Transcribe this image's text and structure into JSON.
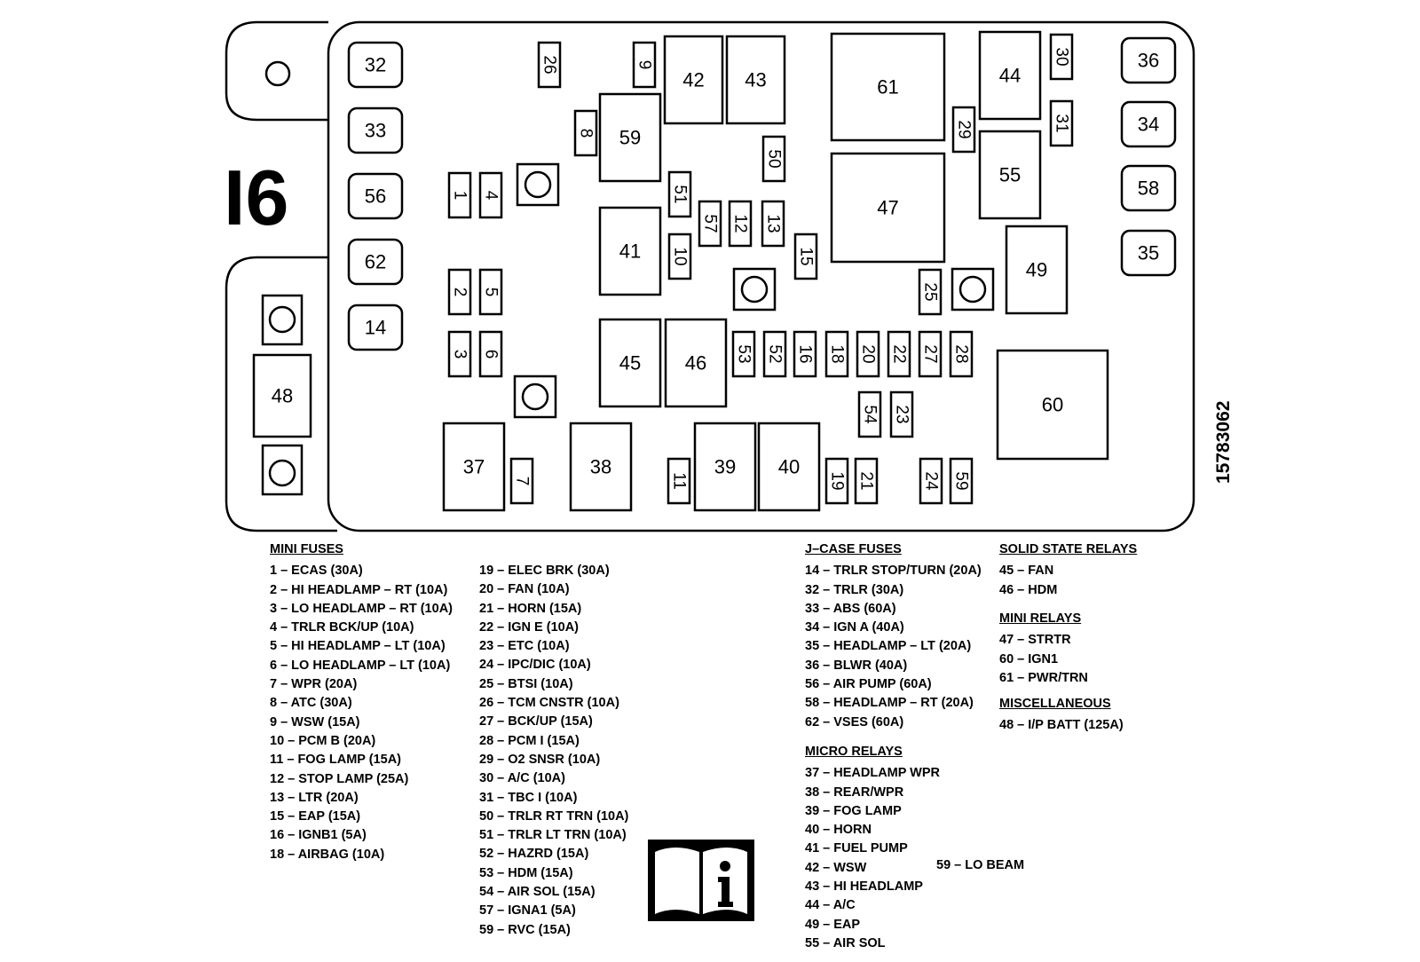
{
  "diagram": {
    "code_label": "I6",
    "part_number": "15783062",
    "fuses": [
      {
        "id": "32"
      },
      {
        "id": "33"
      },
      {
        "id": "56"
      },
      {
        "id": "62"
      },
      {
        "id": "14"
      },
      {
        "id": "36"
      },
      {
        "id": "34"
      },
      {
        "id": "58"
      },
      {
        "id": "35"
      },
      {
        "id": "48"
      },
      {
        "id": "26"
      },
      {
        "id": "9"
      },
      {
        "id": "42"
      },
      {
        "id": "43"
      },
      {
        "id": "61"
      },
      {
        "id": "44"
      },
      {
        "id": "30"
      },
      {
        "id": "8"
      },
      {
        "id": "59"
      },
      {
        "id": "29"
      },
      {
        "id": "31"
      },
      {
        "id": "55"
      },
      {
        "id": "50"
      },
      {
        "id": "1"
      },
      {
        "id": "4"
      },
      {
        "id": "51"
      },
      {
        "id": "57"
      },
      {
        "id": "12"
      },
      {
        "id": "13"
      },
      {
        "id": "47"
      },
      {
        "id": "41"
      },
      {
        "id": "10"
      },
      {
        "id": "15"
      },
      {
        "id": "49"
      },
      {
        "id": "25"
      },
      {
        "id": "2"
      },
      {
        "id": "5"
      },
      {
        "id": "3"
      },
      {
        "id": "6"
      },
      {
        "id": "45"
      },
      {
        "id": "46"
      },
      {
        "id": "53"
      },
      {
        "id": "52"
      },
      {
        "id": "16"
      },
      {
        "id": "18"
      },
      {
        "id": "20"
      },
      {
        "id": "22"
      },
      {
        "id": "27"
      },
      {
        "id": "28"
      },
      {
        "id": "60"
      },
      {
        "id": "54"
      },
      {
        "id": "23"
      },
      {
        "id": "37"
      },
      {
        "id": "7"
      },
      {
        "id": "38"
      },
      {
        "id": "11"
      },
      {
        "id": "39"
      },
      {
        "id": "40"
      },
      {
        "id": "19"
      },
      {
        "id": "21"
      },
      {
        "id": "24"
      },
      {
        "id": "59"
      }
    ]
  },
  "legend": {
    "mini_fuses_1": {
      "heading": "MINI FUSES",
      "items": [
        "1 – ECAS (30A)",
        "2 – HI HEADLAMP – RT (10A)",
        "3 – LO HEADLAMP – RT (10A)",
        "4 – TRLR BCK/UP (10A)",
        "5 – HI HEADLAMP – LT (10A)",
        "6 – LO HEADLAMP – LT (10A)",
        "7 – WPR (20A)",
        "8 – ATC (30A)",
        "9 – WSW (15A)",
        "10 – PCM B (20A)",
        "11 – FOG LAMP (15A)",
        "12 – STOP LAMP (25A)",
        "13 – LTR (20A)",
        "15 – EAP (15A)",
        "16 – IGNB1 (5A)",
        "18 – AIRBAG (10A)"
      ]
    },
    "mini_fuses_2": {
      "items": [
        "19 – ELEC BRK (30A)",
        "20 – FAN (10A)",
        "21 – HORN (15A)",
        "22 – IGN E (10A)",
        "23 – ETC (10A)",
        "24 – IPC/DIC (10A)",
        "25 – BTSI (10A)",
        "26 – TCM CNSTR (10A)",
        "27 – BCK/UP (15A)",
        "28 – PCM I (15A)",
        "29 – O2 SNSR (10A)",
        "30 – A/C (10A)",
        "31 – TBC I (10A)",
        "50 – TRLR RT TRN (10A)",
        "51 – TRLR LT TRN (10A)",
        "52 – HAZRD (15A)",
        "53 – HDM (15A)",
        "54 – AIR SOL (15A)",
        "57 – IGNA1 (5A)",
        "59 – RVC (15A)"
      ]
    },
    "jcase_fuses": {
      "heading": "J–CASE FUSES",
      "items": [
        "14 – TRLR STOP/TURN (20A)",
        "32 – TRLR (30A)",
        "33 – ABS (60A)",
        "34 – IGN A (40A)",
        "35 – HEADLAMP – LT (20A)",
        "36 – BLWR (40A)",
        "56 – AIR PUMP (60A)",
        "58 – HEADLAMP – RT (20A)",
        "62 – VSES (60A)"
      ]
    },
    "micro_relays": {
      "heading": "MICRO RELAYS",
      "items": [
        "37 – HEADLAMP WPR",
        "38 – REAR/WPR",
        "39 – FOG LAMP",
        "40 – HORN",
        "41 – FUEL PUMP",
        "42 – WSW",
        "43 – HI HEADLAMP",
        "44 – A/C",
        "49 – EAP",
        "55 – AIR SOL"
      ],
      "extra_item": "59 – LO BEAM"
    },
    "solid_state_relays": {
      "heading": "SOLID STATE RELAYS",
      "items": [
        "45 – FAN",
        "46 – HDM"
      ]
    },
    "mini_relays": {
      "heading": "MINI RELAYS",
      "items": [
        "47 – STRTR",
        "60 – IGN1",
        "61 – PWR/TRN"
      ]
    },
    "miscellaneous": {
      "heading": "MISCELLANEOUS",
      "items": [
        "48 – I/P BATT (125A)"
      ]
    }
  }
}
